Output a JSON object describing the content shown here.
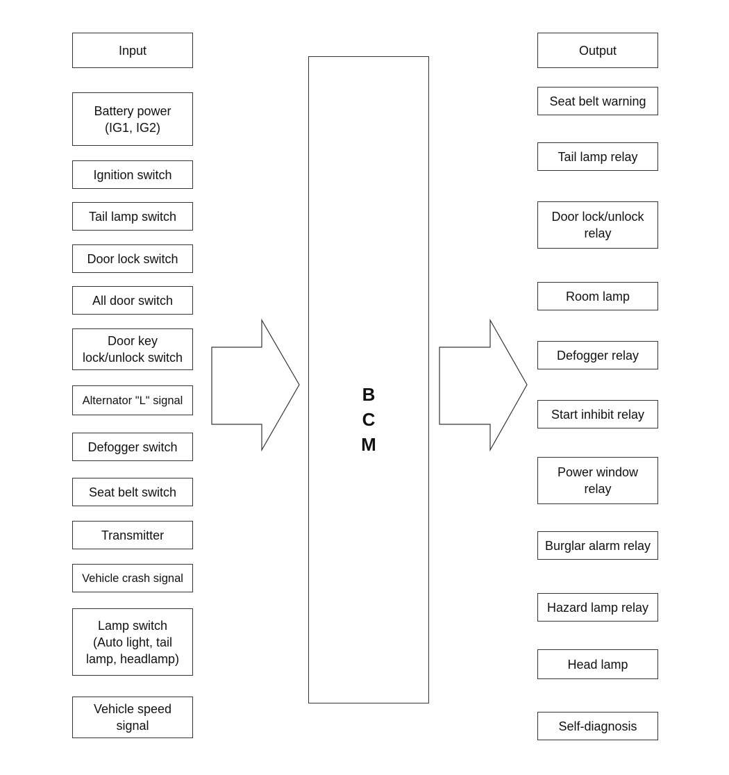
{
  "inputs": {
    "header": "Input",
    "items": [
      "Battery power\n(IG1, IG2)",
      "Ignition switch",
      "Tail lamp switch",
      "Door lock switch",
      "All door switch",
      "Door key\nlock/unlock switch",
      "Alternator \"L\" signal",
      "Defogger switch",
      "Seat belt switch",
      "Transmitter",
      "Vehicle crash signal",
      "Lamp switch\n(Auto light, tail\nlamp, headlamp)",
      "Vehicle speed\nsignal"
    ]
  },
  "center": {
    "label": "B\nC\nM"
  },
  "outputs": {
    "header": "Output",
    "items": [
      "Seat belt warning",
      "Tail lamp relay",
      "Door lock/unlock\nrelay",
      "Room lamp",
      "Defogger relay",
      "Start inhibit relay",
      "Power window\nrelay",
      "Burglar alarm relay",
      "Hazard lamp relay",
      "Head lamp",
      "Self-diagnosis"
    ]
  }
}
